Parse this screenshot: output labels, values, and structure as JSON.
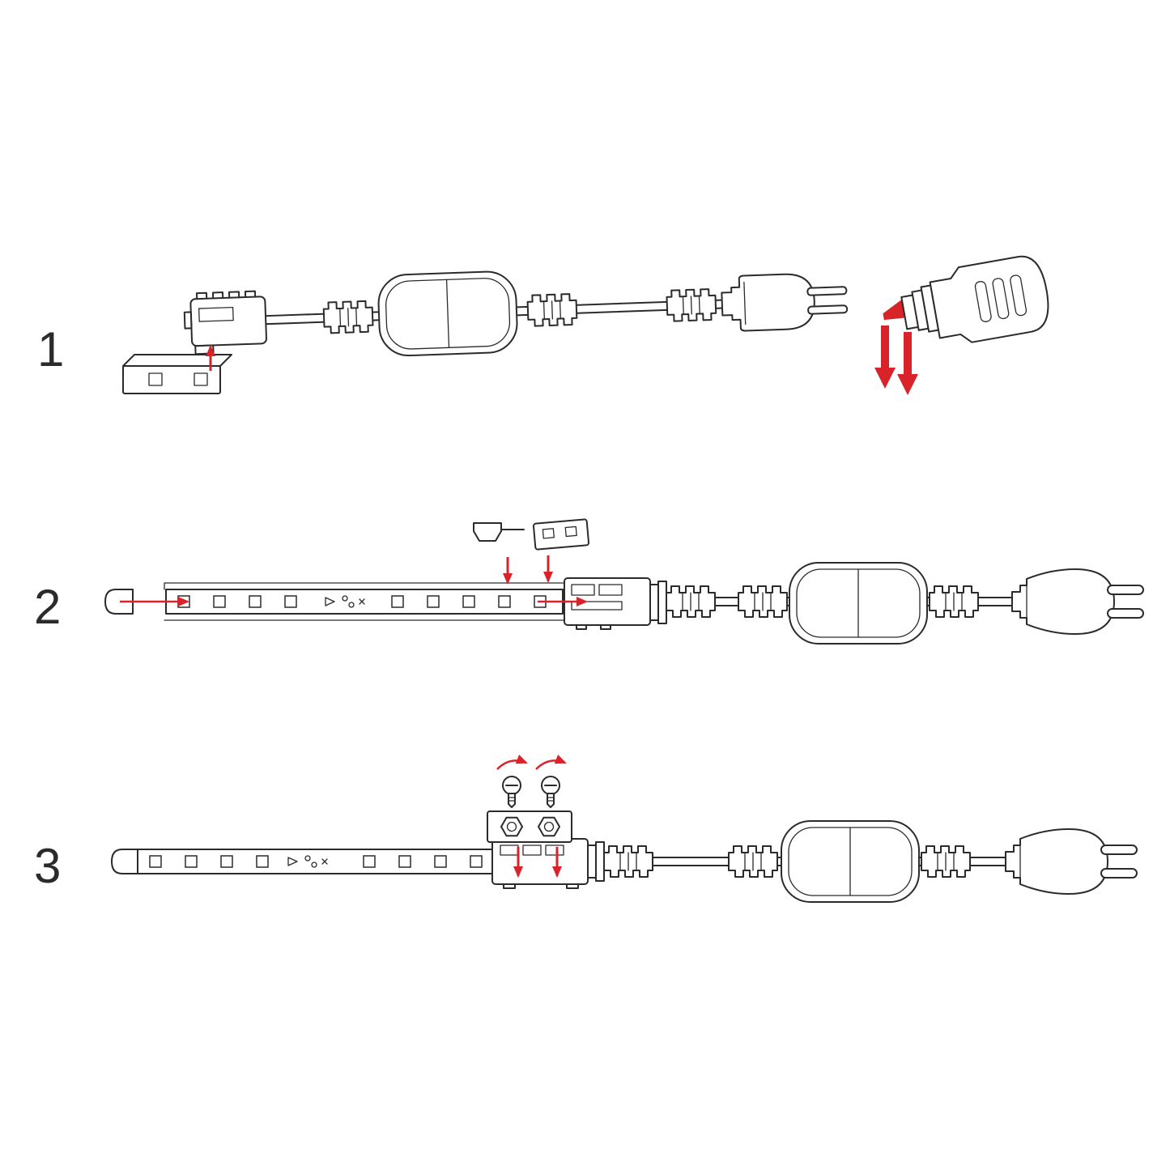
{
  "diagram": {
    "steps": [
      {
        "number": "1"
      },
      {
        "number": "2"
      },
      {
        "number": "3"
      }
    ]
  },
  "colors": {
    "line": "#2b2b2b",
    "accent": "#d8232a",
    "background": "#ffffff"
  },
  "icons": {
    "red-arrow-down-icon": "▼",
    "red-arrow-up-icon": "▲",
    "red-arrow-insert-icon": "→",
    "rotate-clockwise-arrow-icon": "↻"
  }
}
